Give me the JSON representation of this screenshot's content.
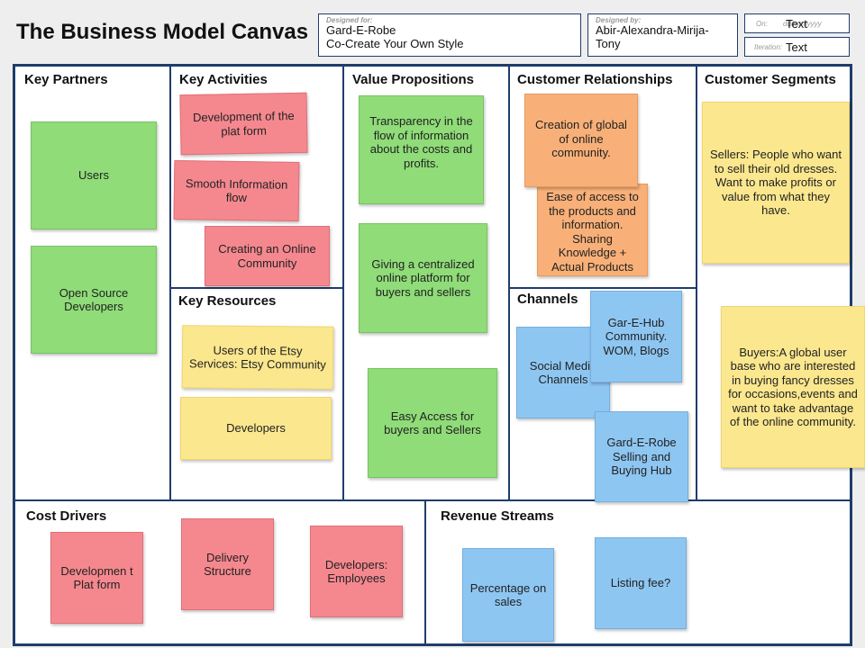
{
  "title": "The Business Model Canvas",
  "header": {
    "designed_for_label": "Designed for:",
    "designed_for_value": "Gard-E-Robe\nCo-Create Your Own Style",
    "designed_by_label": "Designed by:",
    "designed_by_value": "Abir-Alexandra-Mirija-\nTony",
    "on_label": "On:",
    "on_placeholder": "dd/mm/yyyy",
    "on_value": "Text",
    "iteration_label": "Iteration:",
    "iteration_value": "Text"
  },
  "sections": {
    "key_partners": "Key Partners",
    "key_activities": "Key Activities",
    "key_resources": "Key Resources",
    "value_propositions": "Value Propositions",
    "customer_relationships": "Customer Relationships",
    "channels": "Channels",
    "customer_segments": "Customer Segments",
    "cost_drivers": "Cost Drivers",
    "revenue_streams": "Revenue Streams"
  },
  "notes": {
    "kp_users": "Users",
    "kp_open_source": "Open Source Developers",
    "ka_platform": "Development of the plat form",
    "ka_info_flow": "Smooth Information flow",
    "ka_community": "Creating an Online Community",
    "kr_etsy": "Users of the Etsy Services: Etsy Community",
    "kr_developers": "Developers",
    "vp_transparency": "Transparency in the flow of information about the costs and profits.",
    "vp_platform": "Giving a centralized online platform for buyers and sellers",
    "vp_access": "Easy Access for buyers and Sellers",
    "cr_global": "Creation of global of online community.",
    "cr_access": "Ease of access to the products and information. Sharing Knowledge + Actual Products",
    "ch_social": "Social Media Channels",
    "ch_hub_community": "Gar-E-Hub Community. WOM, Blogs",
    "ch_selling_hub": "Gard-E-Robe Selling and Buying Hub",
    "cs_sellers": "Sellers: People who want to sell their old dresses. Want to make profits or value from what they have.",
    "cs_buyers": "Buyers:A global user base who are interested in buying fancy dresses for occasions,events and want to take advantage of the online community.",
    "cd_platform": "Developmen t Plat form",
    "cd_delivery": "Delivery Structure",
    "cd_employees": "Developers: Employees",
    "rs_percentage": "Percentage on sales",
    "rs_listing": "Listing fee?"
  }
}
